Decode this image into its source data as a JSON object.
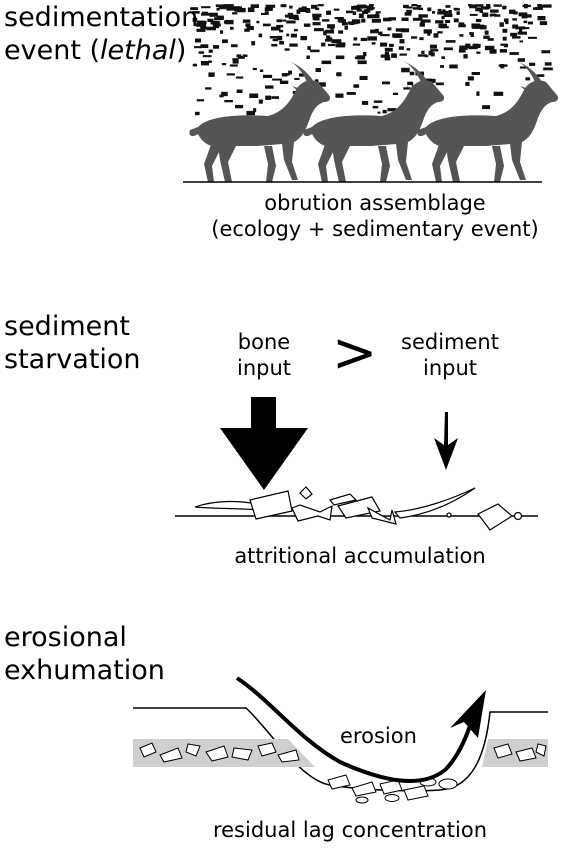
{
  "panels": [
    {
      "heading_line1": "sedimentation",
      "heading_line2_pre": "event (",
      "heading_line2_em": "lethal",
      "heading_line2_post": ")",
      "caption_line1": "obrution assemblage",
      "caption_line2": "(ecology + sedimentary event)"
    },
    {
      "heading_line1": "sediment",
      "heading_line2": "starvation",
      "left_input_line1": "bone",
      "left_input_line2": "input",
      "comparator": ">",
      "right_input_line1": "sediment",
      "right_input_line2": "input",
      "caption": "attritional accumulation"
    },
    {
      "heading_line1": "erosional",
      "heading_line2": "exhumation",
      "arrow_label": "erosion",
      "caption": "residual lag concentration"
    }
  ],
  "colors": {
    "animal": "#555555",
    "sediment_specks": "#111111",
    "lag_layer": "#cfcfcf",
    "line": "#000000"
  }
}
